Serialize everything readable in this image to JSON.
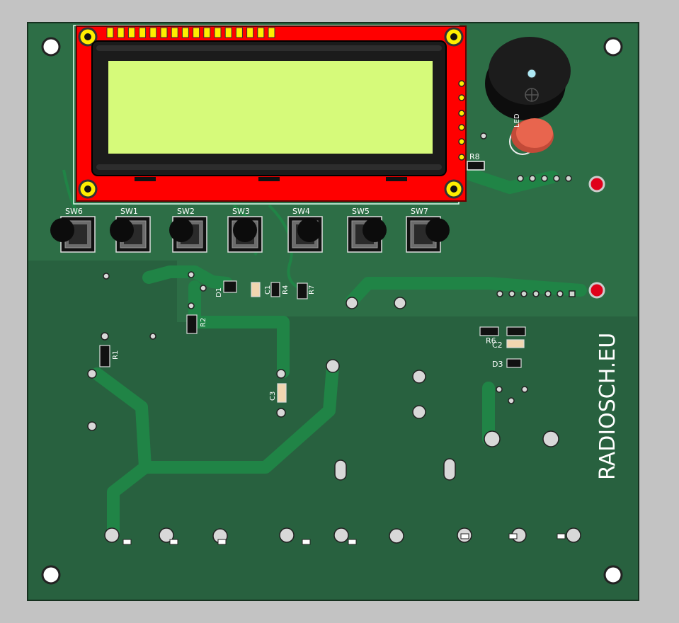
{
  "board": {
    "brand_text": "RADIOSCH.EU",
    "colors": {
      "background": "#c3c3c3",
      "pcb": "#28613f",
      "pcb_light": "#2d6e46",
      "trace": "#208446",
      "lcd_frame": "#ff0000",
      "lcd_screen": "#d6fa7a",
      "buzzer": "#161616",
      "led": "#e8654e",
      "indicator": "#e0001a",
      "pad": "#d8d8d8"
    }
  },
  "switches": [
    {
      "label": "SW6",
      "icon": "pushbutton-icon"
    },
    {
      "label": "SW1",
      "icon": "pushbutton-icon"
    },
    {
      "label": "SW2",
      "icon": "pushbutton-icon"
    },
    {
      "label": "SW3",
      "icon": "pushbutton-icon"
    },
    {
      "label": "SW4",
      "icon": "pushbutton-icon"
    },
    {
      "label": "SW5",
      "icon": "pushbutton-icon"
    },
    {
      "label": "SW7",
      "icon": "pushbutton-icon"
    }
  ],
  "components": {
    "d1": "D1",
    "c1": "C1",
    "r4": "R4",
    "r7": "R7",
    "r2": "R2",
    "r1": "R1",
    "c3": "C3",
    "r6": "R6",
    "c2": "C2",
    "d3": "D3",
    "r8": "R8",
    "led": "LED"
  }
}
